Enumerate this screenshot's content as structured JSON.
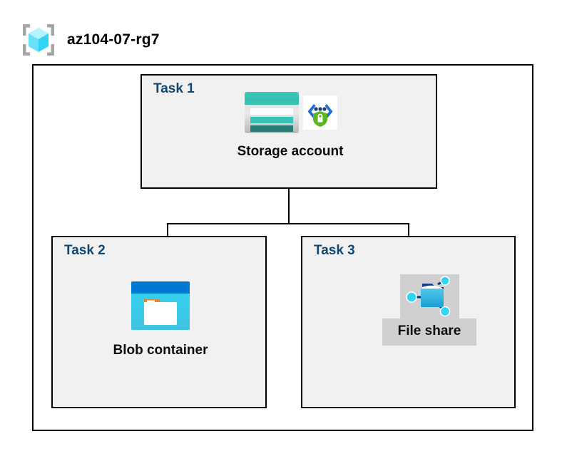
{
  "header": {
    "icon": "resource-group-icon",
    "title": "az104-07-rg7"
  },
  "container": {
    "name": "resource-group-container"
  },
  "tasks": [
    {
      "id": "task1",
      "label": "Task 1",
      "node": {
        "caption": "Storage account",
        "icons": [
          "storage-account-icon",
          "secure-endpoint-shield-icon"
        ]
      },
      "highlighted": false
    },
    {
      "id": "task2",
      "label": "Task 2",
      "node": {
        "caption": "Blob container",
        "icons": [
          "blob-container-icon"
        ]
      },
      "highlighted": false
    },
    {
      "id": "task3",
      "label": "Task 3",
      "node": {
        "caption": "File share",
        "icons": [
          "file-share-icon"
        ]
      },
      "highlighted": true
    }
  ],
  "connectors": [
    {
      "name": "storage-to-bus",
      "from": "Storage account",
      "to": "branch-bus"
    },
    {
      "name": "bus-to-blob-container",
      "from": "branch-bus",
      "to": "Blob container"
    },
    {
      "name": "bus-to-file-share",
      "from": "branch-bus",
      "to": "File share"
    }
  ],
  "colors": {
    "task_label": "#12486f",
    "box_fill": "#f1f1f1",
    "box_border": "#000000",
    "canvas": "#ffffff",
    "selection_highlight": "#d0d0d0",
    "storage_teal": "#37c2b4",
    "storage_teal_dark": "#2a7d77",
    "blob_blue": "#0078d4",
    "blob_cyan": "#32d4f5",
    "blob_orange": "#f58220",
    "shield_green": "#5eb522",
    "cube_cyan": "#50e6ff"
  }
}
